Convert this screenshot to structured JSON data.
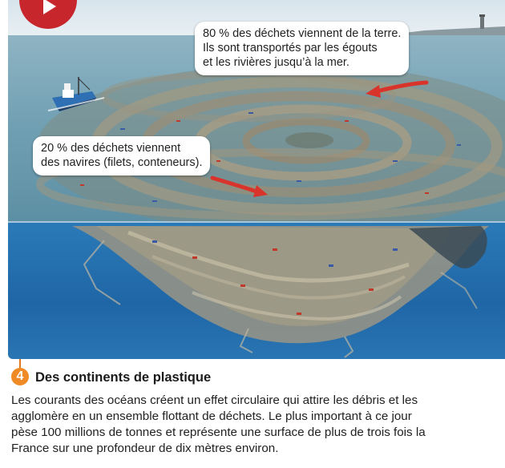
{
  "callouts": {
    "land": {
      "lines": [
        "80 % des déchets viennent de la terre.",
        "Ils sont transportés par les égouts",
        "et les rivières jusqu’à la mer."
      ]
    },
    "ships": {
      "lines": [
        "20 % des déchets viennent",
        "des navires (filets, conteneurs)."
      ]
    }
  },
  "caption": {
    "number": "4",
    "title": "Des continents de plastique",
    "lines": [
      "Les courants des océans créent un effet circulaire qui attire les débris et les",
      "agglomère en un ensemble flottant de déchets. Le plus important à ce jour",
      "pèse 100 millions de tonnes et représente une surface de plus de trois fois la",
      "France sur une profondeur de dix mètres environ."
    ]
  },
  "colors": {
    "sea_surface": "#6f9fb2",
    "sky": "#dfeaf0",
    "underwater": "#1e5f9e",
    "arrow": "#d8342c",
    "badge": "#c6262c",
    "caption_accent": "#f08a24"
  },
  "icons": {
    "badge": "play-icon",
    "boat": "fishing-boat-icon",
    "lighthouse": "lighthouse-icon"
  }
}
